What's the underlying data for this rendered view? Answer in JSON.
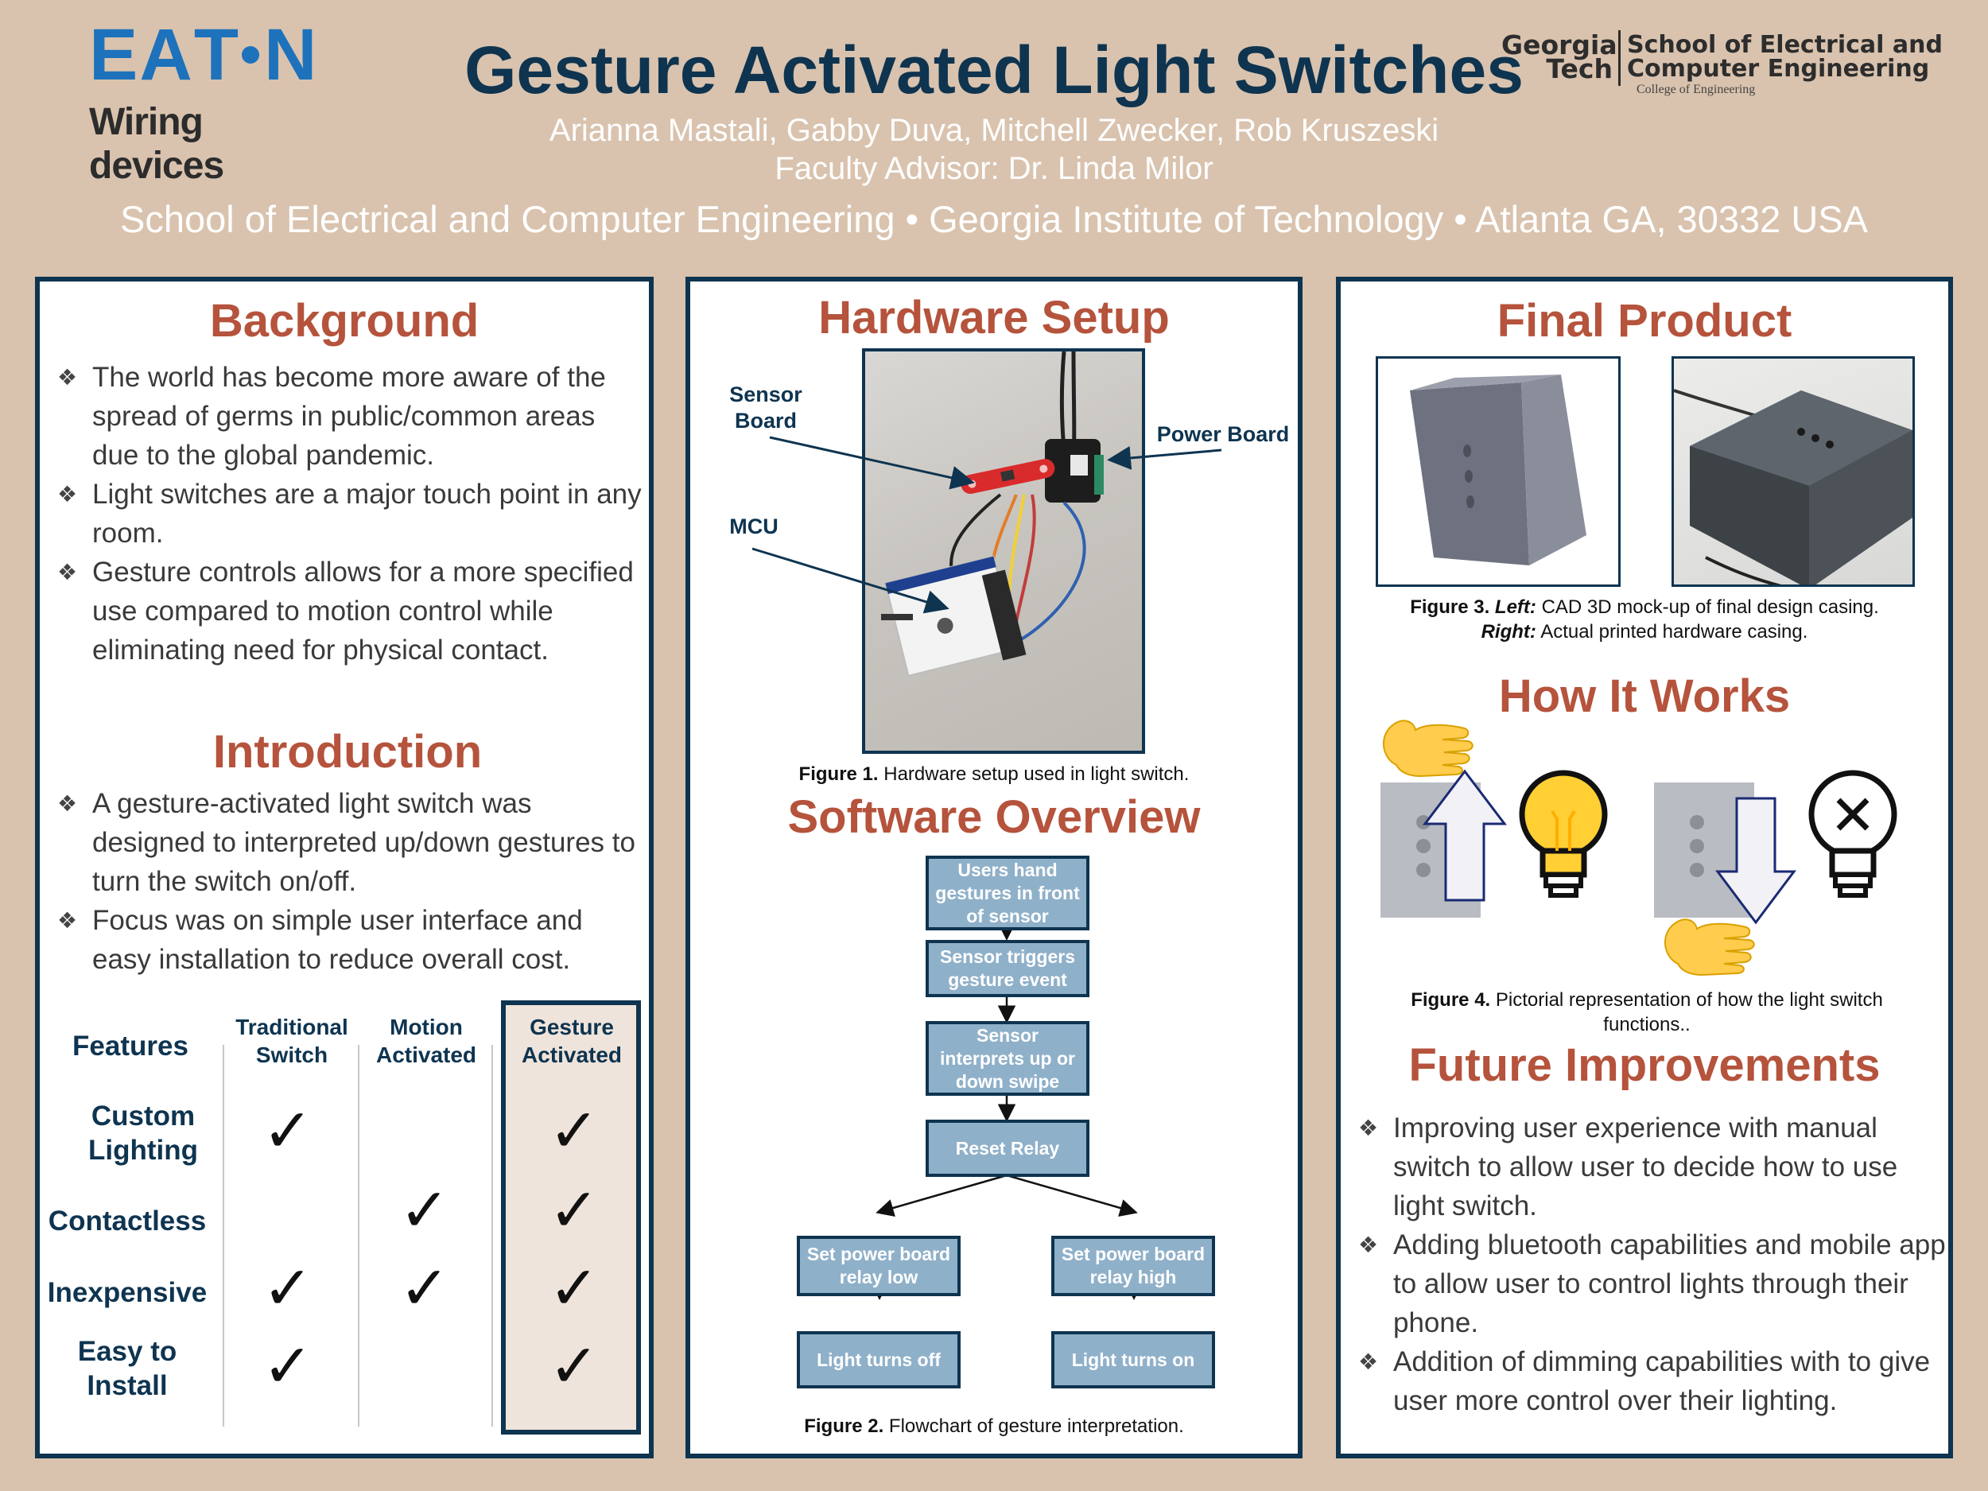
{
  "header": {
    "eaton_letters": [
      "E",
      "A",
      "T",
      "N"
    ],
    "eaton_sub": "Wiring devices",
    "title": "Gesture Activated Light Switches",
    "authors": "Arianna Mastali, Gabby Duva, Mitchell Zwecker, Rob Kruszeski",
    "advisor": "Faculty Advisor: Dr. Linda Milor",
    "affiliation": "School of Electrical and Computer Engineering • Georgia Institute of Technology • Atlanta GA, 30332  USA",
    "gt_left_1": "Georgia",
    "gt_left_2": "Tech",
    "gt_right_1": "School of Electrical and",
    "gt_right_2": "Computer Engineering",
    "gt_sub": "College of Engineering"
  },
  "background": {
    "heading": "Background",
    "bullets": [
      "The world has become more aware of the spread of germs in public/common areas due to the global pandemic.",
      "Light switches are a major touch point in any room.",
      "Gesture controls allows for a more specified use compared to motion control while eliminating need for physical contact."
    ]
  },
  "introduction": {
    "heading": "Introduction",
    "bullets": [
      "A gesture-activated light switch was designed to interpreted up/down gestures to turn the switch on/off.",
      "Focus was on simple user interface and easy installation to reduce overall cost."
    ]
  },
  "comparison": {
    "features_label": "Features",
    "columns": [
      "Traditional Switch",
      "Motion Activated",
      "Gesture Activated"
    ],
    "rows": [
      {
        "label": "Custom Lighting",
        "checks": [
          true,
          false,
          true
        ]
      },
      {
        "label": "Contactless",
        "checks": [
          false,
          true,
          true
        ]
      },
      {
        "label": "Inexpensive",
        "checks": [
          true,
          true,
          true
        ]
      },
      {
        "label": "Easy to Install",
        "checks": [
          true,
          false,
          true
        ]
      }
    ],
    "check_symbol": "✓",
    "highlight_color": "#efe4db"
  },
  "hardware": {
    "heading": "Hardware Setup",
    "label_sensor": "Sensor Board",
    "label_power": "Power Board",
    "label_mcu": "MCU",
    "caption_bold": "Figure 1.",
    "caption_text": " Hardware setup used in light switch."
  },
  "software": {
    "heading": "Software Overview",
    "steps": [
      "Users hand gestures in front of sensor",
      "Sensor triggers gesture event",
      "Sensor interprets up  or down swipe",
      "Reset Relay"
    ],
    "left_branch": [
      "Set power board relay low",
      "Light turns off"
    ],
    "right_branch": [
      "Set power board relay high",
      "Light turns on"
    ],
    "caption_bold": "Figure 2.",
    "caption_text": " Flowchart of gesture interpretation."
  },
  "final_product": {
    "heading": "Final Product",
    "caption_fig": "Figure 3.",
    "caption_left_label": "Left:",
    "caption_left_text": " CAD 3D mock-up of final design casing.",
    "caption_right_label": "Right:",
    "caption_right_text": " Actual printed hardware casing."
  },
  "how_it_works": {
    "heading": "How It Works",
    "caption_bold": "Figure 4.",
    "caption_text": " Pictorial representation of how the light switch functions..",
    "hand_emoji": "🫱",
    "bulb_on_color": "#ffcf33",
    "bulb_off_mark": "✕"
  },
  "future": {
    "heading": "Future Improvements",
    "bullets": [
      "Improving user experience with manual switch to allow user to decide how to use light switch.",
      "Adding bluetooth capabilities and mobile app to allow user to control lights through their phone.",
      "Addition of dimming capabilities with to give user more control over their lighting."
    ]
  },
  "colors": {
    "background": "#d9c3ae",
    "navy": "#0e3450",
    "heading": "#b5533c",
    "flow_box": "#8fb0c9",
    "eaton_blue": "#1d72bb"
  }
}
